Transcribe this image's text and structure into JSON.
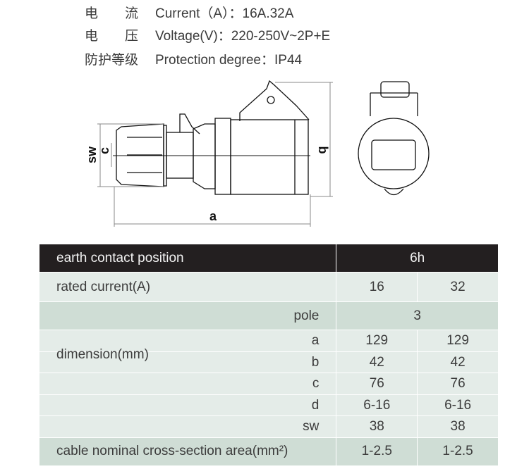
{
  "specs": [
    {
      "cn": "电　　流",
      "en": "Current（A）：16A.32A"
    },
    {
      "cn": "电　　压",
      "en": "Voltage(V)：220-250V~2P+E"
    },
    {
      "cn": "防护等级",
      "en": "Protection degree：IP44"
    }
  ],
  "drawing": {
    "label_a": "a",
    "label_b": "b",
    "label_c": "c",
    "label_sw": "sw"
  },
  "table": {
    "earth_label": "earth contact position",
    "earth_value": "6h",
    "rated_label": "rated current(A)",
    "rated": [
      "16",
      "32"
    ],
    "pole_label": "pole",
    "pole_value": "3",
    "dimension_label": "dimension(mm)",
    "dims": [
      {
        "k": "a",
        "v": [
          "129",
          "129"
        ]
      },
      {
        "k": "b",
        "v": [
          "42",
          "42"
        ]
      },
      {
        "k": "c",
        "v": [
          "76",
          "76"
        ]
      },
      {
        "k": "d",
        "v": [
          "6-16",
          "6-16"
        ]
      },
      {
        "k": "sw",
        "v": [
          "38",
          "38"
        ]
      }
    ],
    "cable_label": "cable nominal cross-section area(mm²)",
    "cable": [
      "1-2.5",
      "1-2.5"
    ]
  }
}
